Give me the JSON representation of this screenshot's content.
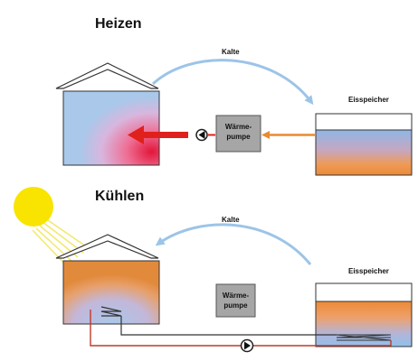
{
  "heating": {
    "title": "Heizen",
    "cold_label": "Kalte",
    "storage_label": "Eisspeicher",
    "heat_pump_line1": "Wärme-",
    "heat_pump_line2": "pumpe"
  },
  "cooling": {
    "title": "Kühlen",
    "cold_label": "Kalte",
    "storage_label": "Eisspeicher",
    "heat_pump_line1": "Wärme-",
    "heat_pump_line2": "pumpe"
  },
  "colors": {
    "cold_arrow": "#9cc4e8",
    "heat_flow": "#e0201c",
    "feed_line": "#e98a2f",
    "house_blue": "#a9c8ea",
    "house_orange": "#e48a3a",
    "sun": "#f8e400",
    "pipe_red": "#c0392b",
    "pipe_dark": "#333333",
    "heat_pump_gray": "#a6a6a6"
  },
  "icons": [
    "sun-icon",
    "pump-icon",
    "house-icon",
    "arrow-icon"
  ]
}
